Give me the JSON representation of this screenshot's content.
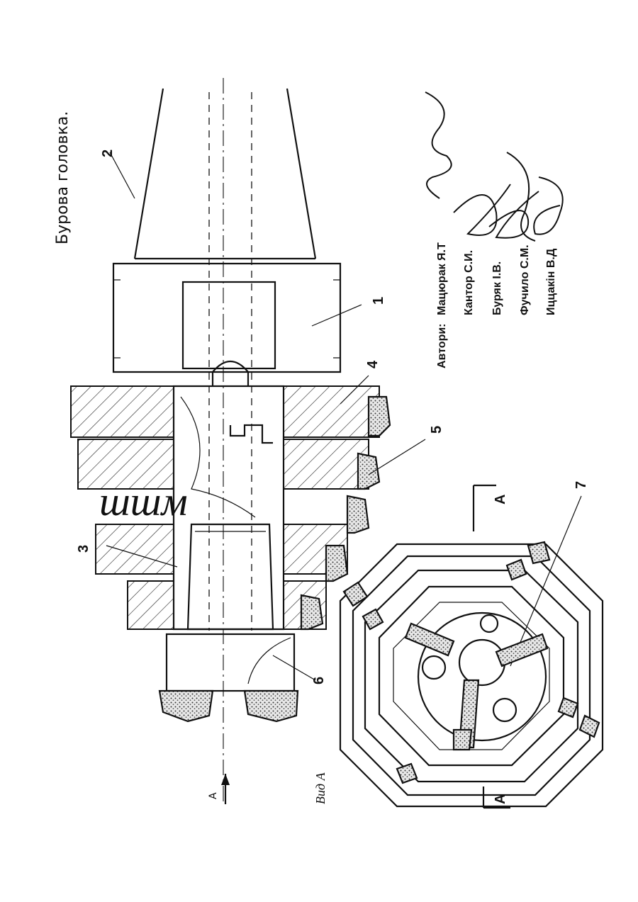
{
  "title": "Бурова головка.",
  "authors": {
    "heading": "Автори:",
    "names": [
      "Мацюрак Я.Т",
      "Кантор С.И.",
      "Буряк І.В.",
      "Фучило С.М.",
      "Иццакін В.Д"
    ]
  },
  "part_labels": [
    "1",
    "2",
    "3",
    "4",
    "5",
    "6",
    "7"
  ],
  "view_labels": {
    "section_top": "А",
    "section_bottom": "А",
    "arrow_mark": "А",
    "view": "Вид А"
  },
  "overlay_text": "шшм",
  "colors": {
    "ink": "#111111",
    "paper": "#ffffff"
  }
}
